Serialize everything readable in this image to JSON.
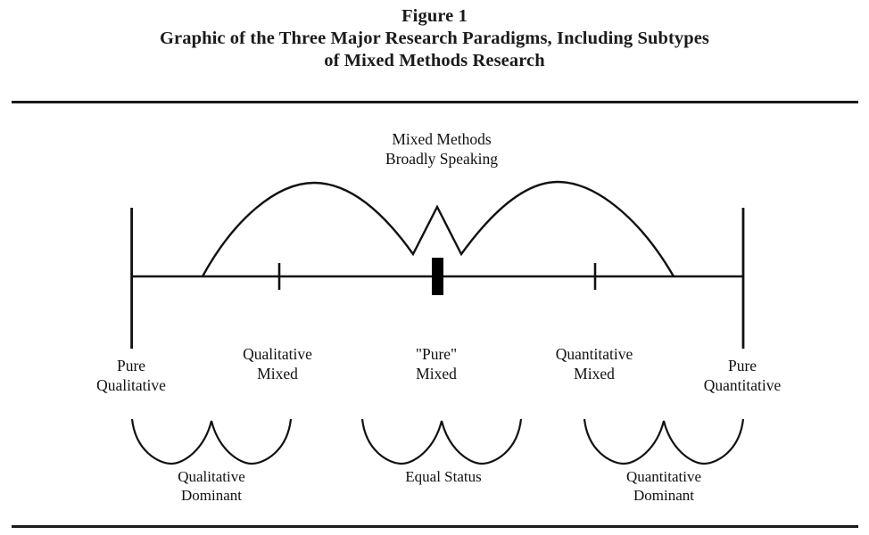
{
  "figure": {
    "title_lines": [
      "Figure 1",
      "Graphic of the Three Major Research Paradigms, Including Subtypes",
      "of Mixed Methods Research"
    ],
    "top_annotation": {
      "line1": "Mixed Methods",
      "line2": "Broadly Speaking"
    },
    "axis_labels": [
      {
        "line1": "Pure",
        "line2": "Qualitative"
      },
      {
        "line1": "Qualitative",
        "line2": "Mixed"
      },
      {
        "line1": "\"Pure\"",
        "line2": "Mixed"
      },
      {
        "line1": "Quantitative",
        "line2": "Mixed"
      },
      {
        "line1": "Pure",
        "line2": "Quantitative"
      }
    ],
    "bracket_labels": [
      {
        "line1": "Qualitative",
        "line2": "Dominant"
      },
      {
        "line1": "Equal Status",
        "line2": ""
      },
      {
        "line1": "Quantitative",
        "line2": "Dominant"
      }
    ],
    "colors": {
      "ink": "#111111",
      "rule": "#1b1b1b",
      "background": "#ffffff"
    }
  },
  "chart_data": {
    "type": "line",
    "title": "Graphic of the Three Major Research Paradigms, Including Subtypes of Mixed Methods Research",
    "xlabel": "",
    "ylabel": "",
    "grid": false,
    "legend": "none",
    "annotations": [
      "Mixed Methods Broadly Speaking"
    ],
    "x_axis": {
      "line_from": 147,
      "line_to": 833,
      "baseline_y": 310,
      "endcaps": [
        147,
        833
      ],
      "ticks": [
        313,
        667
      ],
      "marker_block": {
        "x": 484,
        "width": 13,
        "top": 289,
        "height": 42
      }
    },
    "categories": [
      "Pure Qualitative",
      "Qualitative Mixed",
      "\"Pure\" Mixed",
      "Quantitative Mixed",
      "Pure Quantitative"
    ],
    "category_positions": [
      147,
      313,
      490,
      667,
      833
    ],
    "series": [
      {
        "name": "Mixed Methods Broadly Speaking",
        "type": "arc-zigzag",
        "points": [
          {
            "x": 227,
            "y": 310
          },
          {
            "x": 352,
            "y": 205
          },
          {
            "x": 463,
            "y": 285
          },
          {
            "x": 490,
            "y": 232
          },
          {
            "x": 517,
            "y": 285
          },
          {
            "x": 625,
            "y": 204
          },
          {
            "x": 755,
            "y": 310
          }
        ]
      }
    ],
    "brackets": [
      {
        "label": "Qualitative Dominant",
        "x_start": 148,
        "x_end": 326,
        "center": 237
      },
      {
        "label": "Equal Status",
        "x_start": 406,
        "x_end": 584,
        "center": 495
      },
      {
        "label": "Quantitative Dominant",
        "x_start": 655,
        "x_end": 833,
        "center": 744
      }
    ]
  }
}
